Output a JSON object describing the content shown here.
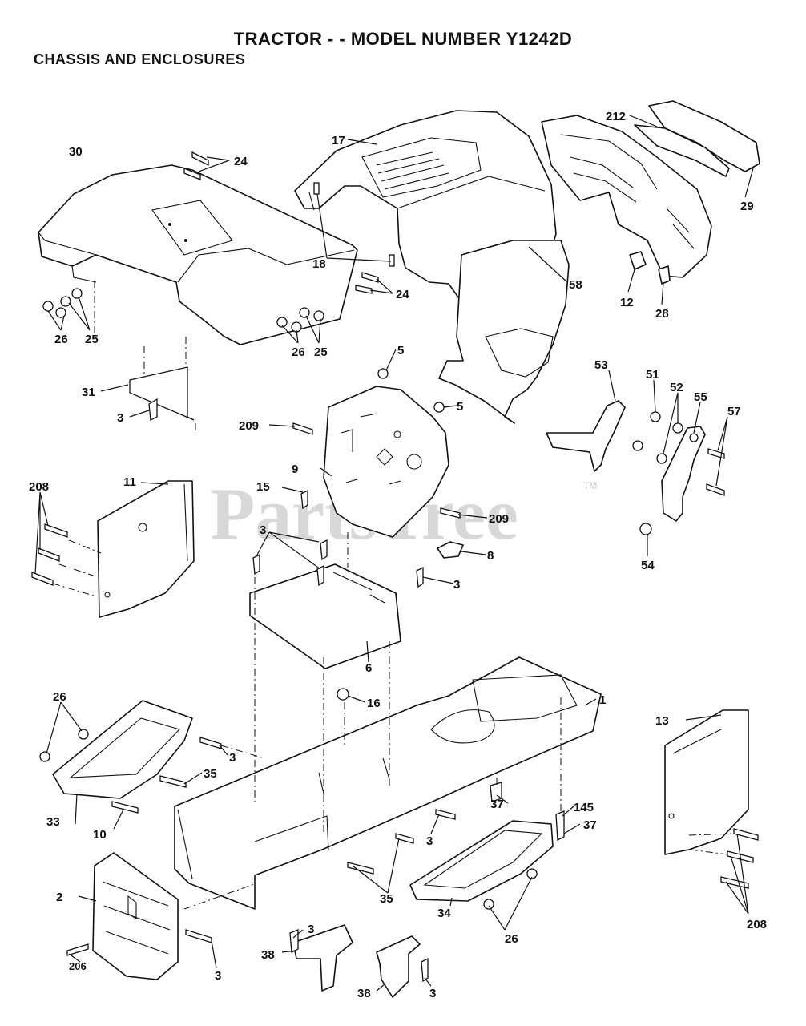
{
  "title": "TRACTOR - - MODEL NUMBER Y1242D",
  "subtitle": "CHASSIS AND ENCLOSURES",
  "watermark": {
    "text": "PartsTree",
    "tm": "TM"
  },
  "callouts": {
    "c17": "17",
    "c212": "212",
    "c29": "29",
    "c30": "30",
    "c24a": "24",
    "c24b": "24",
    "c18": "18",
    "c12": "12",
    "c28": "28",
    "c58": "58",
    "c26a": "26",
    "c25a": "25",
    "c26b": "26",
    "c25b": "25",
    "c5a": "5",
    "c5b": "5",
    "c31": "31",
    "c3a": "3",
    "c209a": "209",
    "c53": "53",
    "c51": "51",
    "c52": "52",
    "c55": "55",
    "c57": "57",
    "c9": "9",
    "c208a": "208",
    "c11": "11",
    "c15": "15",
    "c209b": "209",
    "c3b": "3",
    "c8": "8",
    "c3c": "3",
    "c54": "54",
    "c6": "6",
    "c16": "16",
    "c1": "1",
    "c26c": "26",
    "c3d": "3",
    "c13": "13",
    "c35a": "35",
    "c33": "33",
    "c10": "10",
    "c37a": "37",
    "c145": "145",
    "c37b": "37",
    "c3e": "3",
    "c2": "2",
    "c35b": "35",
    "c34": "34",
    "c3f": "3",
    "c26d": "26",
    "c208b": "208",
    "c206": "206",
    "c38a": "38",
    "c3g": "3",
    "c38b": "38",
    "c3h": "3"
  }
}
